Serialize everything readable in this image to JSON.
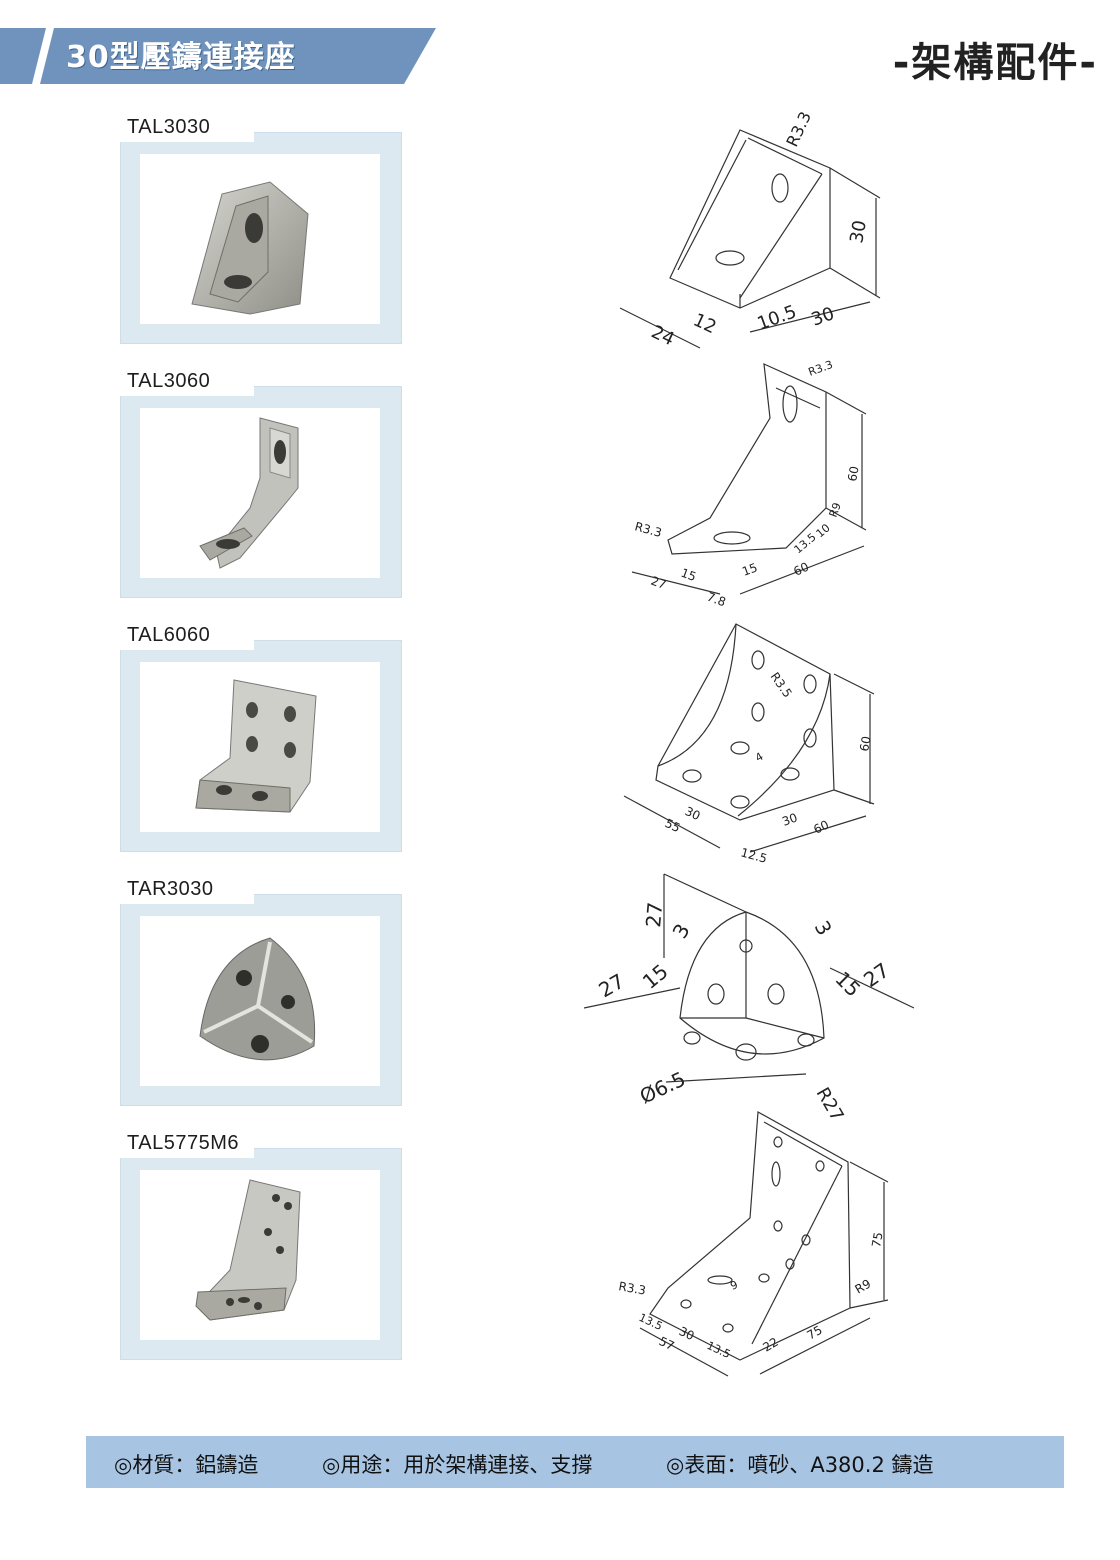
{
  "header": {
    "title": "30型壓鑄連接座",
    "category": "-架構配件-",
    "banner_color": "#6f93bd"
  },
  "products": [
    {
      "name": "TAL3030",
      "dims": [
        "R3.3",
        "30",
        "24",
        "12",
        "10.5",
        "30"
      ]
    },
    {
      "name": "TAL3060",
      "dims": [
        "R3.3",
        "60",
        "R9",
        "R3.3",
        "13.5",
        "10",
        "27",
        "15",
        "15",
        "7.8",
        "60"
      ]
    },
    {
      "name": "TAL6060",
      "dims": [
        "R3.5",
        "60",
        "4",
        "30",
        "30",
        "55",
        "60",
        "12.5"
      ]
    },
    {
      "name": "TAR3030",
      "dims": [
        "27",
        "3",
        "3",
        "27",
        "15",
        "15",
        "27",
        "Ø6.5",
        "R27"
      ]
    },
    {
      "name": "TAL5775M6",
      "dims": [
        "75",
        "R9",
        "R3.3",
        "9",
        "13.5",
        "30",
        "57",
        "13.5",
        "22",
        "75"
      ]
    }
  ],
  "footer": {
    "material": "◎材質：鋁鑄造",
    "usage": "◎用途：用於架構連接、支撐",
    "surface": "◎表面：噴砂、A380.2 鑄造",
    "bar_color": "#a8c4e3"
  }
}
